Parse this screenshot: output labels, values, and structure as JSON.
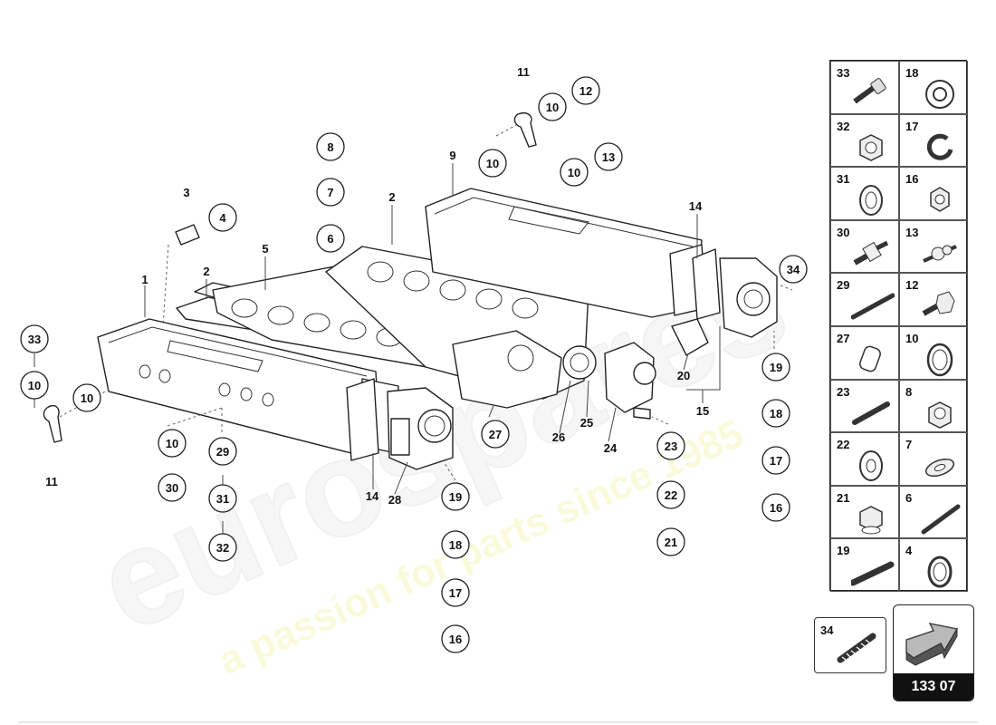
{
  "callouts": {
    "c33": "33",
    "c10a": "10",
    "c10b": "10",
    "c11a": "11",
    "c1": "1",
    "c10c": "10",
    "c30": "30",
    "c29": "29",
    "c31": "31",
    "c32": "32",
    "c2a": "2",
    "c5": "5",
    "c3": "3",
    "c4": "4",
    "c8": "8",
    "c7": "7",
    "c6": "6",
    "c2b": "2",
    "c9": "9",
    "c10d": "10",
    "c10e": "10",
    "c13": "13",
    "c11b": "11",
    "c10f": "10",
    "c12": "12",
    "c14a": "14",
    "c34": "34",
    "c14b": "14",
    "c28": "28",
    "c19a": "19",
    "c18a": "18",
    "c17a": "17",
    "c16a": "16",
    "c27": "27",
    "c26": "26",
    "c25": "25",
    "c24": "24",
    "c23": "23",
    "c22": "22",
    "c21": "21",
    "c20": "20",
    "c15": "15",
    "c19b": "19",
    "c18b": "18",
    "c17b": "17",
    "c16b": "16"
  },
  "parts_table": [
    {
      "left": "33",
      "right": "18",
      "left_icon": "hollow-bolt-icon",
      "right_icon": "washer-ring-icon"
    },
    {
      "left": "32",
      "right": "17",
      "left_icon": "nut-icon",
      "right_icon": "split-washer-icon"
    },
    {
      "left": "31",
      "right": "16",
      "left_icon": "seal-ring-icon",
      "right_icon": "hex-nut-icon"
    },
    {
      "left": "30",
      "right": "13",
      "left_icon": "fitting-icon",
      "right_icon": "banjo-bolt-icon"
    },
    {
      "left": "29",
      "right": "12",
      "left_icon": "long-stud-icon",
      "right_icon": "bolt-icon"
    },
    {
      "left": "27",
      "right": "10",
      "left_icon": "sleeve-icon",
      "right_icon": "gasket-ring-icon"
    },
    {
      "left": "23",
      "right": "8",
      "left_icon": "stud-icon",
      "right_icon": "lock-nut-icon"
    },
    {
      "left": "22",
      "right": "7",
      "left_icon": "flat-washer-icon",
      "right_icon": "oval-washer-icon"
    },
    {
      "left": "21",
      "right": "6",
      "left_icon": "cap-nut-icon",
      "right_icon": "threaded-stud-icon"
    },
    {
      "left": "19",
      "right": "4",
      "left_icon": "threaded-rod-icon",
      "right_icon": "o-ring-icon"
    }
  ],
  "box34": {
    "label": "34",
    "icon": "stud-icon"
  },
  "page_ref": "133 07",
  "watermark": {
    "brand": "eurospares",
    "tagline": "a passion for parts since 1985"
  }
}
